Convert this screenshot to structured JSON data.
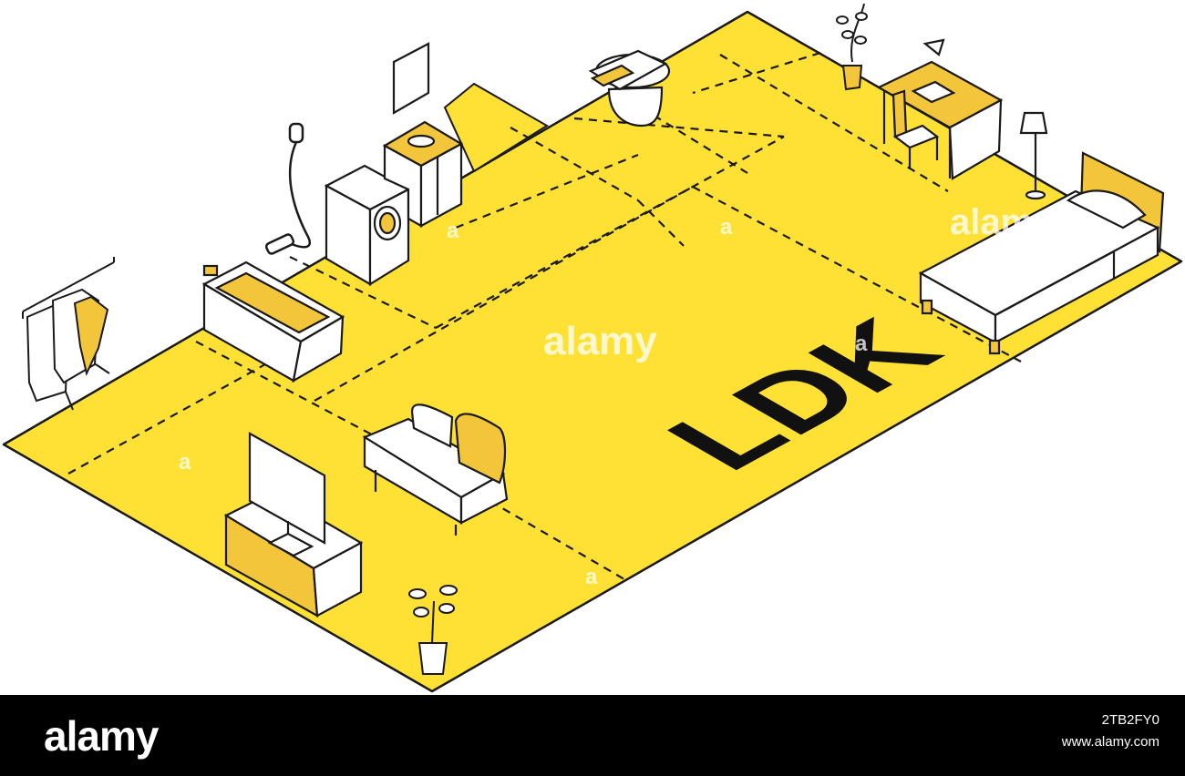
{
  "diagram": {
    "floor_label": "LDK",
    "colors": {
      "floor": "#FFE135",
      "accent": "#F3C53A",
      "outline": "#1a1a1a",
      "furniture_fill": "#ffffff",
      "footer": "#000000"
    },
    "objects": [
      "clothes-rack",
      "bathtub",
      "shower-head",
      "washing-machine",
      "wash-basin",
      "mirror",
      "toilet",
      "potted-plant",
      "desk",
      "chair",
      "floor-lamp",
      "bed",
      "sofa",
      "tv-stand",
      "television"
    ]
  },
  "watermarks": {
    "center": "alamy",
    "small_a": "a",
    "right": "alamy"
  },
  "footer": {
    "logo": "alamy",
    "image_id": "2TB2FY0",
    "site": "www.alamy.com"
  }
}
